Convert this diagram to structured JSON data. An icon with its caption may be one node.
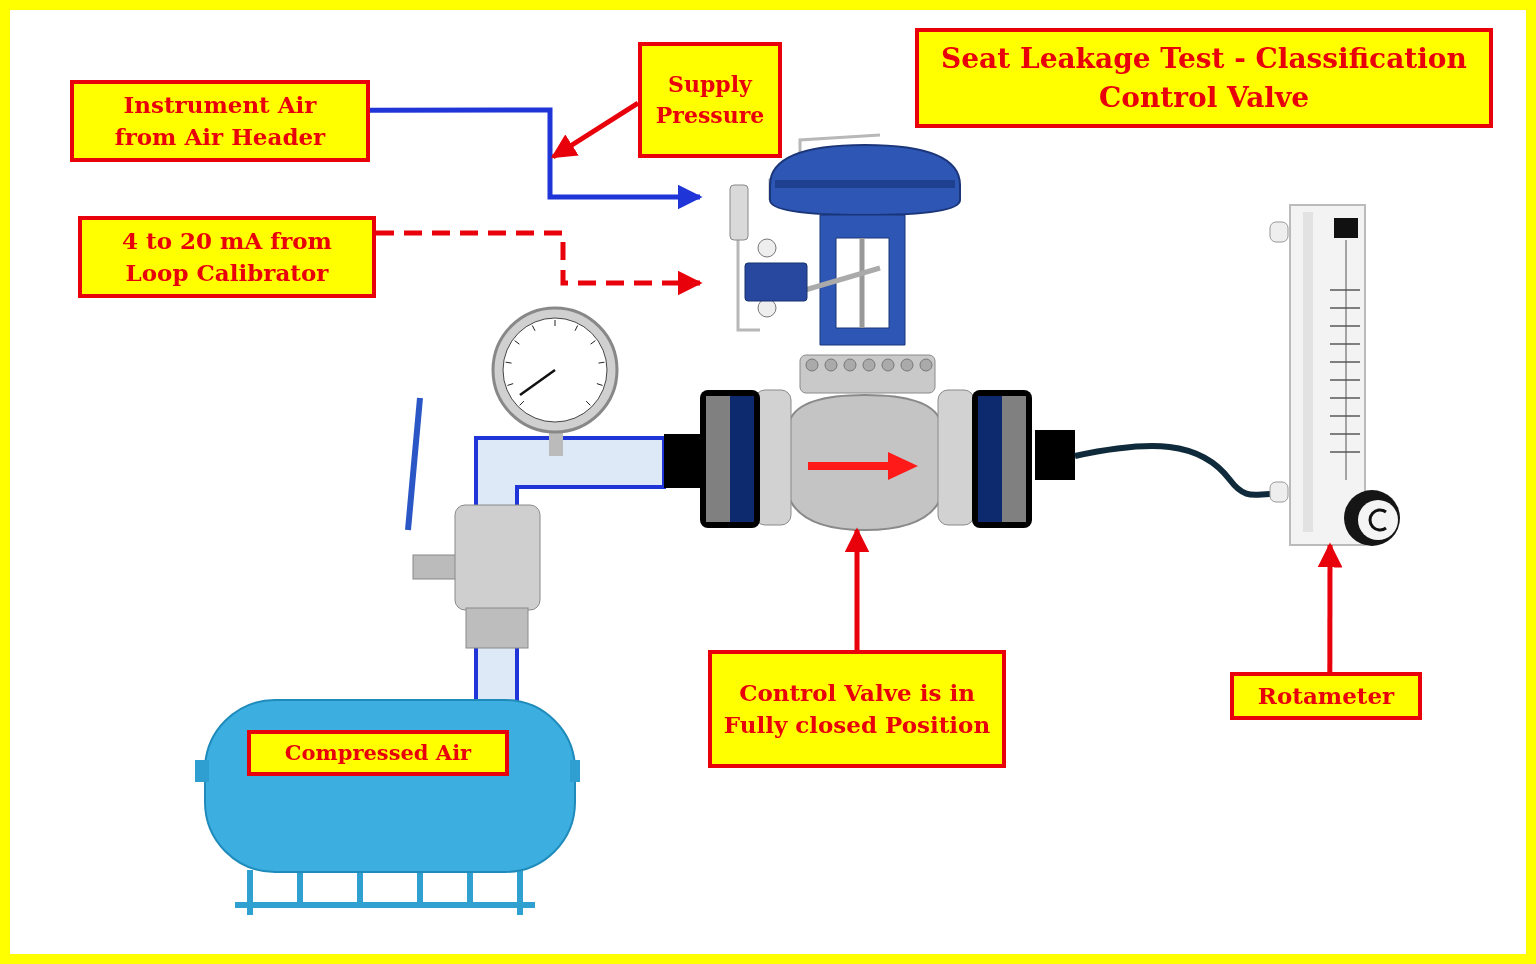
{
  "diagram": {
    "title": "Seat Leakage Test - Classification Control Valve",
    "nodes": [
      {
        "text": [
          "Instrument Air from Air Header"
        ]
      },
      {
        "text": [
          "Supply Pressure"
        ]
      },
      {
        "text": [
          "4 to 20 mA from Loop Calibrator"
        ]
      },
      {
        "text": [],
        "shape": "picture"
      },
      {
        "text": [],
        "shape": "picture"
      },
      {
        "text": [],
        "shape": "picture"
      },
      {
        "text": [
          "Compressed Air"
        ],
        "in": 5
      },
      {
        "text": [
          "Control Valve is in Fully closed Position"
        ]
      },
      {
        "text": [
          "Rotameter"
        ]
      }
    ],
    "edges": [
      {
        "from": 0,
        "to": 3,
        "arrow": "to",
        "color": "#1f35d8"
      },
      {
        "from": 1,
        "to": null,
        "arrow": "to"
      },
      {
        "from": 2,
        "to": 3,
        "arrow": "to",
        "style": "dashed"
      },
      {
        "from": 7,
        "to": 3,
        "arrow": "to"
      },
      {
        "from": 8,
        "to": 4,
        "arrow": "to"
      }
    ]
  }
}
